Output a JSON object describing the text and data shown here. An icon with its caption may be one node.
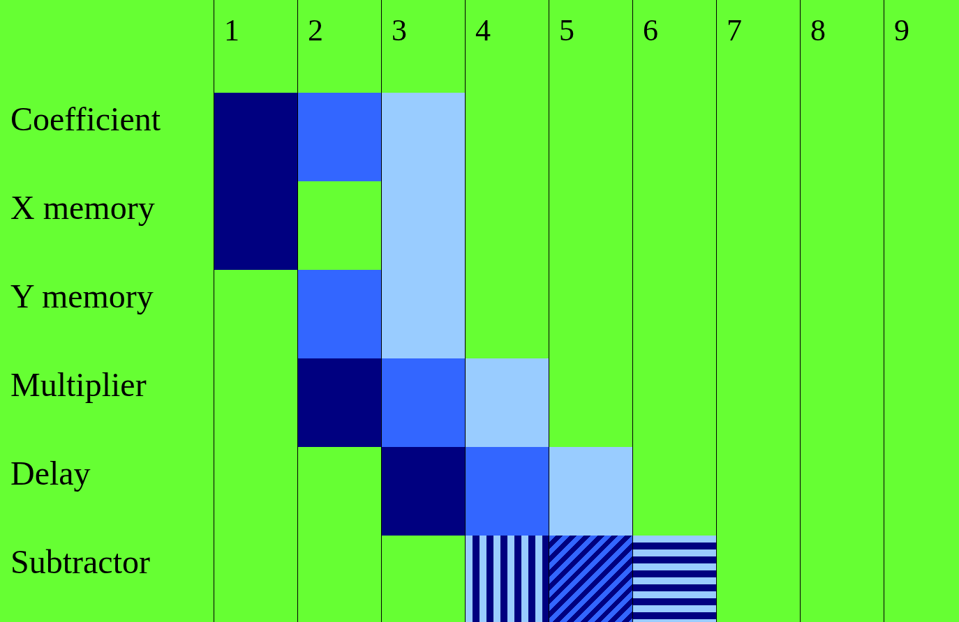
{
  "diagram": {
    "nodes": [
      {
        "text": [],
        "shape": "box"
      },
      {
        "text": [],
        "shape": "box"
      },
      {
        "text": [],
        "shape": "box"
      },
      {
        "text": [],
        "shape": "box"
      },
      {
        "text": [],
        "shape": "box"
      },
      {
        "text": [],
        "shape": "box"
      },
      {
        "text": [],
        "shape": "box"
      },
      {
        "text": [],
        "shape": "box"
      },
      {
        "text": [],
        "shape": "box"
      },
      {
        "text": [],
        "shape": "box"
      },
      {
        "text": [],
        "shape": "box"
      },
      {
        "text": [],
        "shape": "box"
      },
      {
        "text": [],
        "shape": "box"
      },
      {
        "text": [],
        "shape": "box"
      },
      {
        "text": [],
        "shape": "box"
      },
      {
        "text": [],
        "shape": "box"
      }
    ],
    "labels": [
      "1",
      "2",
      "3",
      "4",
      "5",
      "6",
      "7",
      "8",
      "9",
      "Coefficient",
      "X memory",
      "Y memory",
      "Multiplier",
      "Delay",
      "Subtractor"
    ]
  }
}
